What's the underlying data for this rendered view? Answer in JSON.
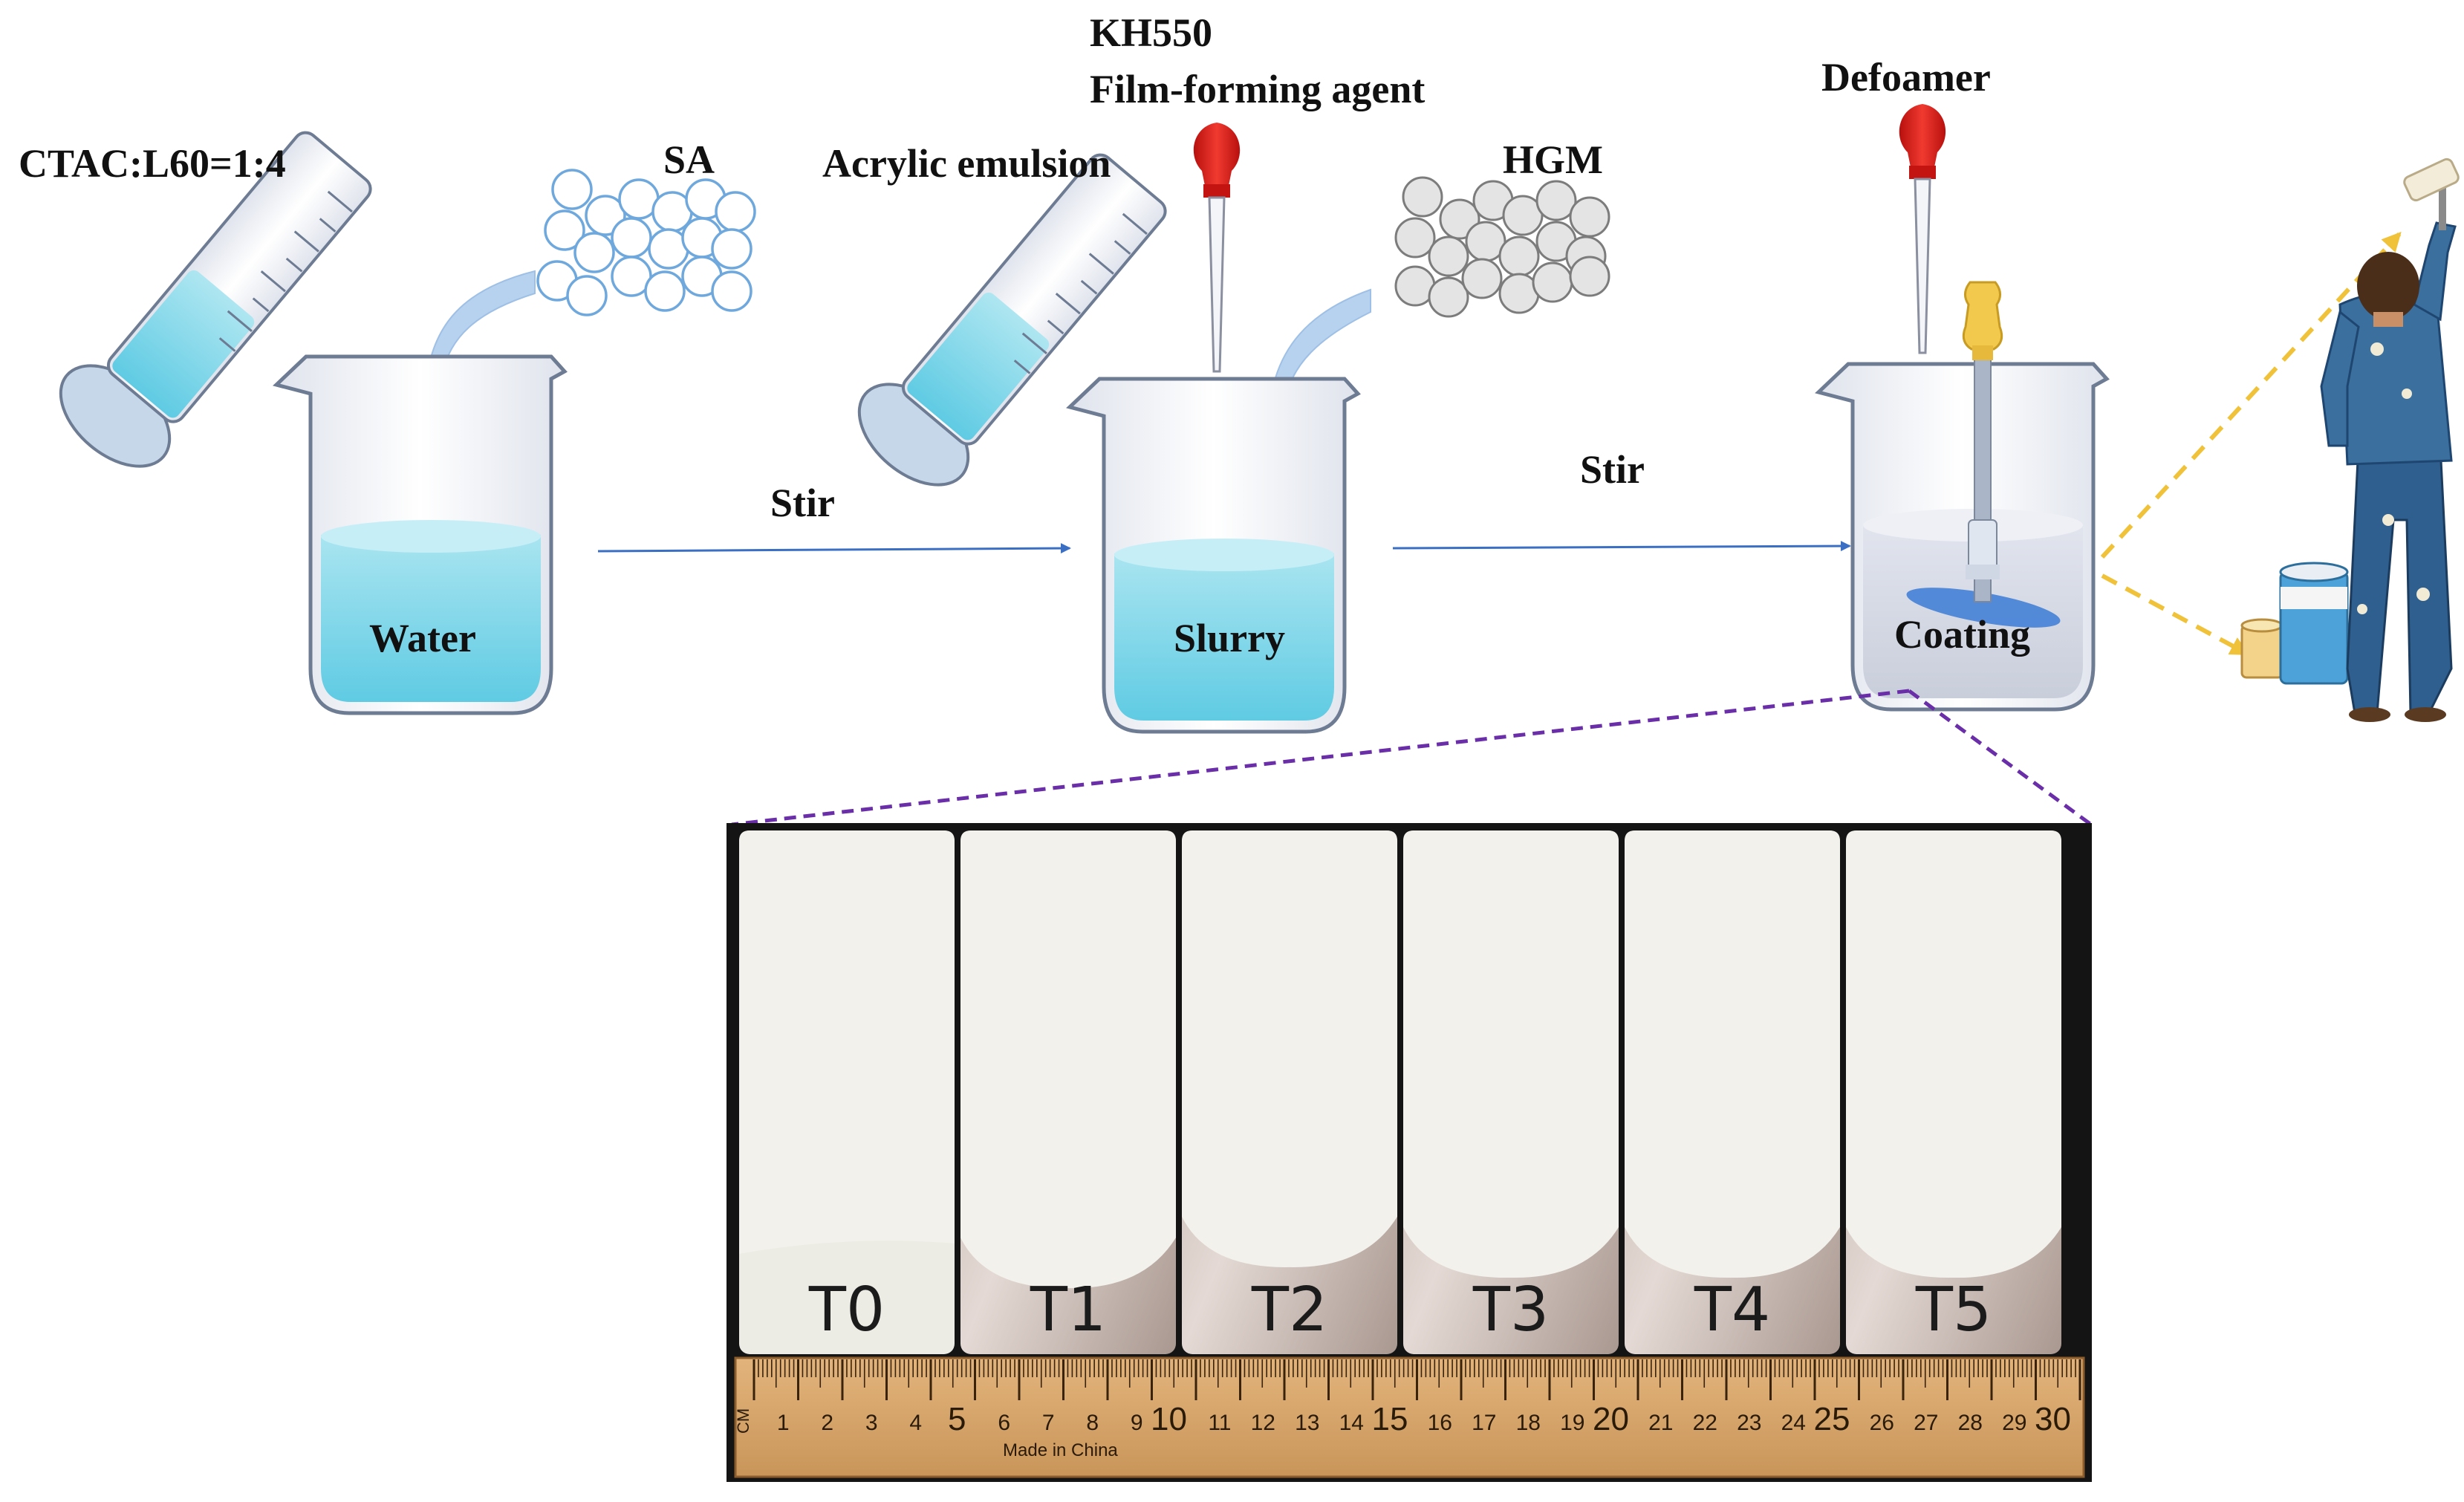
{
  "labels": {
    "ctac": "CTAC:L60=1:4",
    "sa": "SA",
    "acrylic": "Acrylic emulsion",
    "kh550": "KH550",
    "film": "Film-forming agent",
    "hgm": "HGM",
    "defoamer": "Defoamer",
    "water": "Water",
    "slurry": "Slurry",
    "coating": "Coating",
    "stir1": "Stir",
    "stir2": "Stir"
  },
  "samples": [
    "T0",
    "T1",
    "T2",
    "T3",
    "T4",
    "T5"
  ],
  "ruler": {
    "unit": "CM",
    "numbers": [
      "1",
      "2",
      "3",
      "4",
      "5",
      "6",
      "7",
      "8",
      "9",
      "10",
      "11",
      "12",
      "13",
      "14",
      "15",
      "16",
      "17",
      "18",
      "19",
      "20",
      "21",
      "22",
      "23",
      "24",
      "25",
      "26",
      "27",
      "28",
      "29",
      "30"
    ],
    "imprint": "Made in China"
  },
  "colors": {
    "liquid": "#7fd6e8",
    "dropper": "#e0201c",
    "arrow": "#3a6fc4",
    "dashed_yellow": "#f0c23a",
    "dashed_purple": "#6a2ea8",
    "ruler": "#d7a870"
  }
}
